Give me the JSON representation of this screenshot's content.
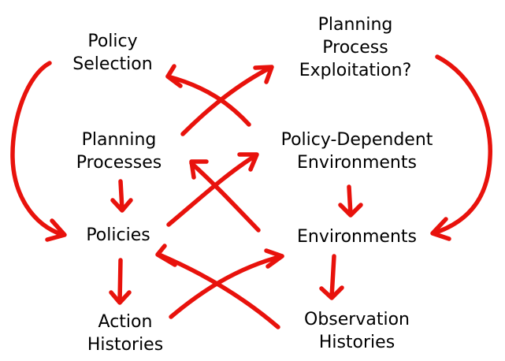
{
  "diagram": {
    "arrow_color": "#e8120c",
    "nodes": {
      "policy_selection": [
        "Policy",
        "Selection"
      ],
      "planning_process_exploitation": [
        "Planning",
        "Process",
        "Exploitation?"
      ],
      "planning_processes": [
        "Planning",
        "Processes"
      ],
      "policy_dependent_environments": [
        "Policy-Dependent",
        "Environments"
      ],
      "policies": [
        "Policies"
      ],
      "environments": [
        "Environments"
      ],
      "action_histories": [
        "Action",
        "Histories"
      ],
      "observation_histories": [
        "Observation",
        "Histories"
      ]
    }
  }
}
